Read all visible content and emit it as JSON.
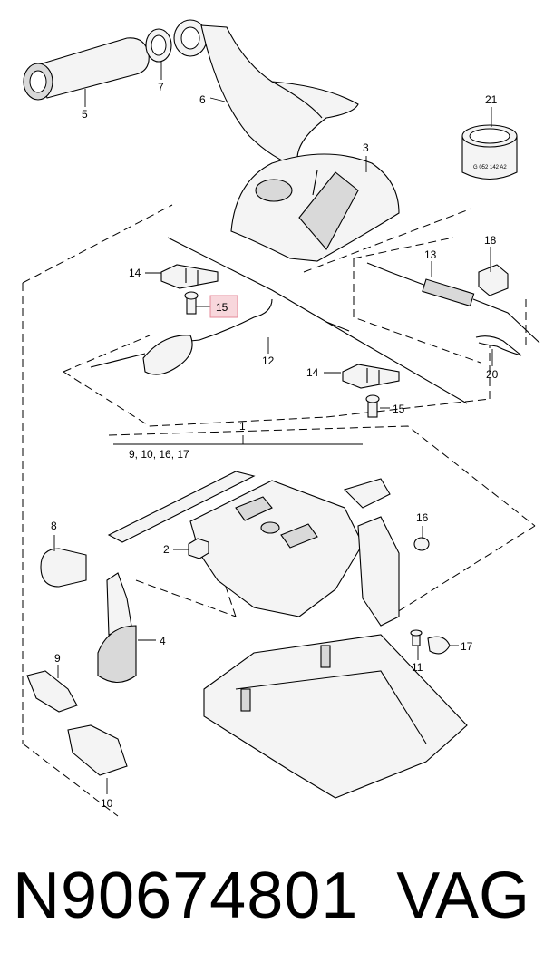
{
  "diagram": {
    "callouts": {
      "c1": "1",
      "c1_group": "9, 10, 16, 17",
      "c2": "2",
      "c3": "3",
      "c4": "4",
      "c5": "5",
      "c6": "6",
      "c7": "7",
      "c8": "8",
      "c9": "9",
      "c10": "10",
      "c11": "11",
      "c12": "12",
      "c13": "13",
      "c14_top": "14",
      "c14_bottom": "14",
      "c15_highlight": "15",
      "c15_bottom": "15",
      "c16": "16",
      "c17": "17",
      "c18": "18",
      "c20": "20",
      "c21": "21"
    },
    "part21_marking": "G 052 142 A2",
    "highlight_color": "#f8d7dc",
    "highlight_border": "#e58a98"
  },
  "caption": {
    "part_number": "N90674801",
    "brand": "VAG"
  }
}
